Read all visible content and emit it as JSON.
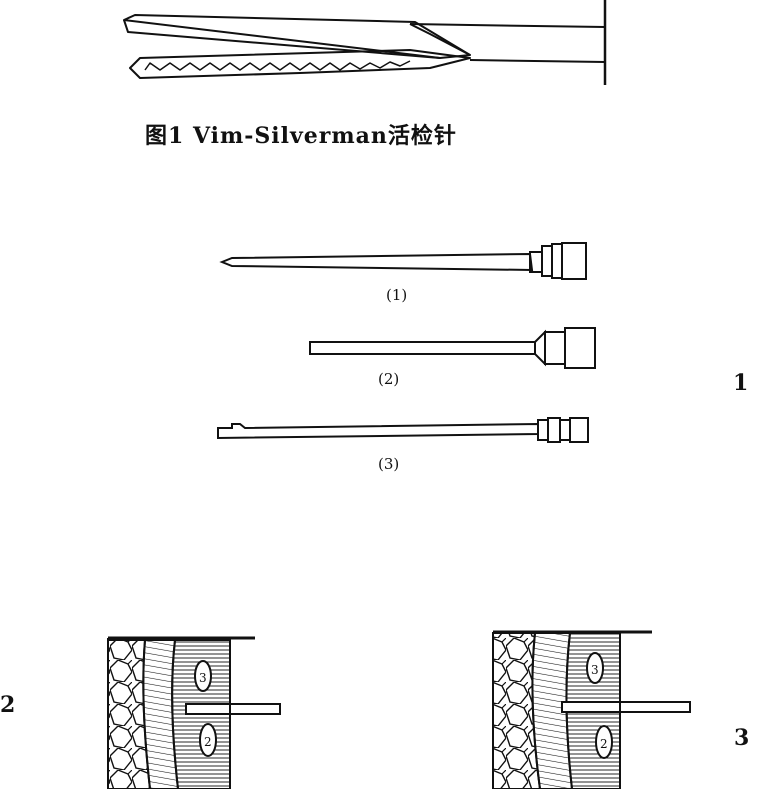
{
  "figure1": {
    "caption": "图1  Vim-Silverman活检针"
  },
  "needles": {
    "labels": [
      "(1)",
      "(2)",
      "(3)"
    ]
  },
  "edge_labels": {
    "right_mid": "1",
    "left_bottom": "2",
    "right_bottom": "3"
  }
}
